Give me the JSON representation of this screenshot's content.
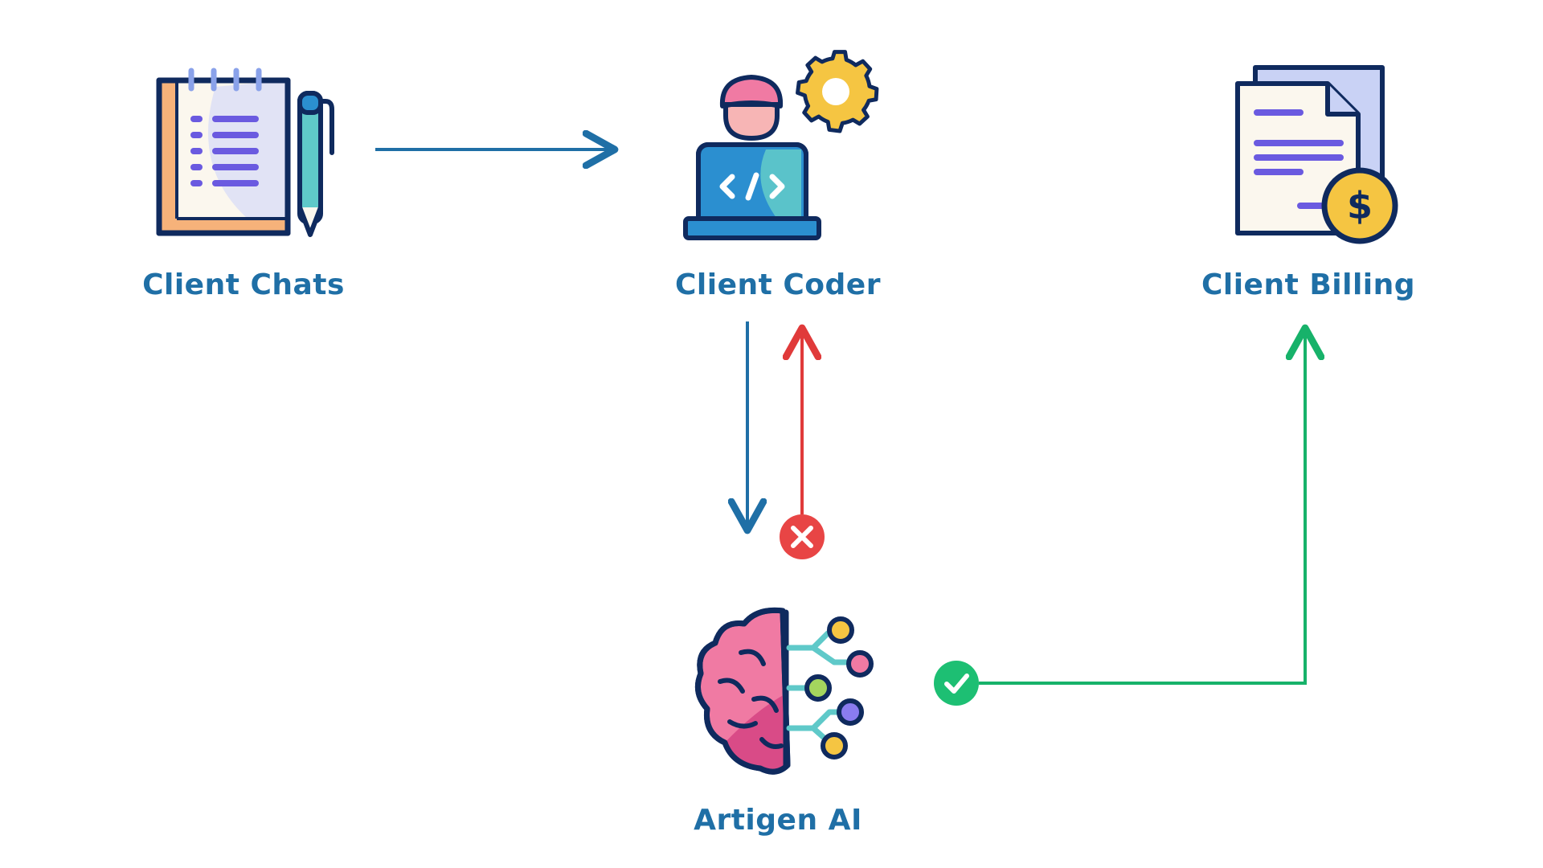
{
  "colors": {
    "label": "#1f6fa6",
    "flow": "#1f6fa6",
    "reject": "#e03a3a",
    "approve": "#17b26a",
    "outline": "#0f2a5e",
    "paper": "#fbf7ee",
    "paper_side": "#f6b27a",
    "accent_purple": "#6a5ae0",
    "accent_teal": "#5fc9c9",
    "screen_blue": "#2b8fd0",
    "gear": "#f5c542",
    "face": "#f7b5b5",
    "hair": "#f07aa3",
    "brain": "#f07aa3",
    "brain_dark": "#d94b87",
    "doc_bg": "#c9d2f5",
    "coin": "#f5c542"
  },
  "nodes": {
    "client_chats": {
      "label": "Client Chats",
      "icon": "notepad-pencil-icon"
    },
    "client_coder": {
      "label": "Client Coder",
      "icon": "coder-laptop-gear-icon"
    },
    "client_billing": {
      "label": "Client Billing",
      "icon": "invoice-dollar-icon"
    },
    "artigen_ai": {
      "label": "Artigen AI",
      "icon": "brain-circuit-icon"
    }
  },
  "edges": [
    {
      "from": "client_chats",
      "to": "client_coder",
      "color": "flow"
    },
    {
      "from": "client_coder",
      "to": "artigen_ai",
      "color": "flow"
    },
    {
      "from": "artigen_ai",
      "to": "client_coder",
      "color": "reject",
      "marker": "x-circle-icon"
    },
    {
      "from": "artigen_ai",
      "to": "client_billing",
      "color": "approve",
      "marker": "check-circle-icon"
    }
  ]
}
